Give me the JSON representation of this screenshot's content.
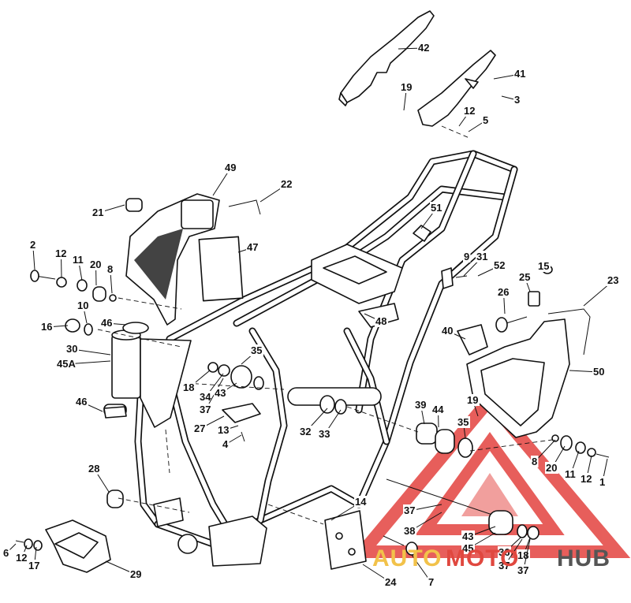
{
  "diagram": {
    "callouts": [
      "42",
      "41",
      "3",
      "19",
      "12",
      "5",
      "49",
      "22",
      "21",
      "51",
      "9",
      "31",
      "52",
      "15",
      "25",
      "23",
      "26",
      "2",
      "12",
      "11",
      "20",
      "8",
      "47",
      "16",
      "10",
      "46",
      "48",
      "40",
      "50",
      "30",
      "45A",
      "35",
      "18",
      "34",
      "37",
      "43",
      "27",
      "13",
      "4",
      "46",
      "32",
      "33",
      "39",
      "44",
      "19",
      "35",
      "20",
      "11",
      "12",
      "1",
      "8",
      "28",
      "14",
      "37",
      "38",
      "43",
      "45",
      "36",
      "37",
      "18",
      "37",
      "6",
      "12",
      "17",
      "29",
      "24",
      "7"
    ]
  },
  "watermark": {
    "part1": "AUTO",
    "part2": "MOTO",
    "part3": "HUB",
    "colors": {
      "auto": "#f2c24a",
      "moto": "#e0483f",
      "hub": "#555555",
      "triangle": "#e3433f"
    }
  }
}
